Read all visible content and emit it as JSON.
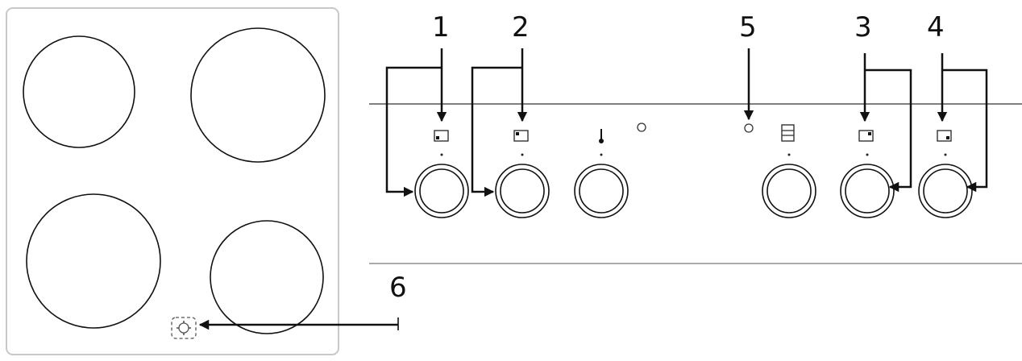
{
  "callouts": {
    "c1": "1",
    "c2": "2",
    "c3": "3",
    "c4": "4",
    "c5": "5",
    "c6": "6"
  },
  "colors": {
    "ink": "#111111",
    "panel_line": "#555555",
    "hob_border": "#c8c8c8",
    "background": "#ffffff"
  },
  "icons": [
    "zone-rear-left-icon",
    "zone-front-left-icon",
    "thermometer-icon",
    "oven-function-icon",
    "zone-rear-right-icon",
    "zone-front-right-icon",
    "residual-heat-indicator-icon"
  ]
}
